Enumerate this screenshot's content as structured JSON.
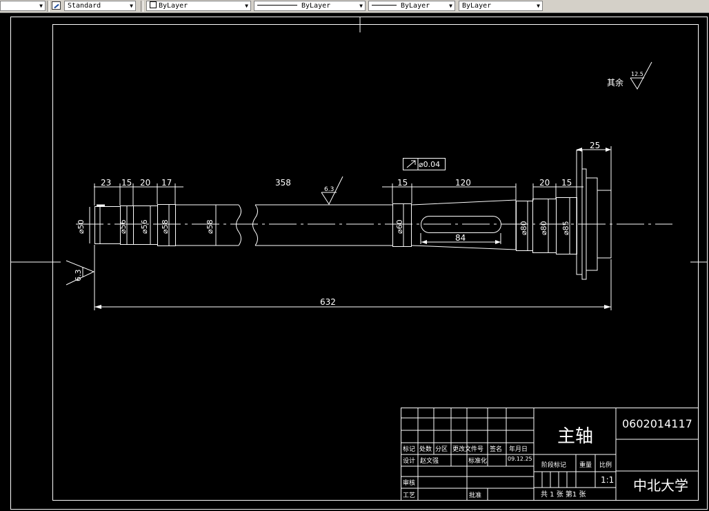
{
  "toolbar": {
    "text_style": "Standard",
    "color": "ByLayer",
    "linetype": "ByLayer",
    "lineweight": "ByLayer",
    "plotstyle": "ByLayer"
  },
  "drawing": {
    "roughness_other_label": "其余",
    "roughness_other_value": "12.5",
    "roughness_mid": "6.3",
    "roughness_left": "6.3",
    "tolerance": "⌀0.04",
    "dims": {
      "d23": "23",
      "d15a": "15",
      "d20a": "20",
      "d17": "17",
      "d358": "358",
      "d15b": "15",
      "d120": "120",
      "d20b": "20",
      "d15c": "15",
      "d25": "25",
      "d84": "84",
      "d632": "632",
      "phi50": "⌀50",
      "phi56a": "⌀56",
      "phi56b": "⌀56",
      "phi58a": "⌀58",
      "phi58b": "⌀58",
      "phi60": "⌀60",
      "phi80a": "⌀80",
      "phi80b": "⌀80",
      "phi85": "⌀85"
    }
  },
  "title_block": {
    "part_name": "主轴",
    "drawing_no": "0602014117",
    "school": "中北大学",
    "h_mark": "标记",
    "h_count": "处数",
    "h_zone": "分区",
    "h_docno": "更改文件号",
    "h_sign": "签名",
    "h_date": "年月日",
    "design": "设计",
    "designer": "赵文强",
    "standard": "标准化",
    "date": "09.12.25",
    "stage_mark": "阶段标记",
    "weight": "重量",
    "scale_label": "比例",
    "scale": "1:1",
    "review": "审核",
    "process": "工艺",
    "approve": "批准",
    "sheets": "共 1 张  第1 张"
  }
}
